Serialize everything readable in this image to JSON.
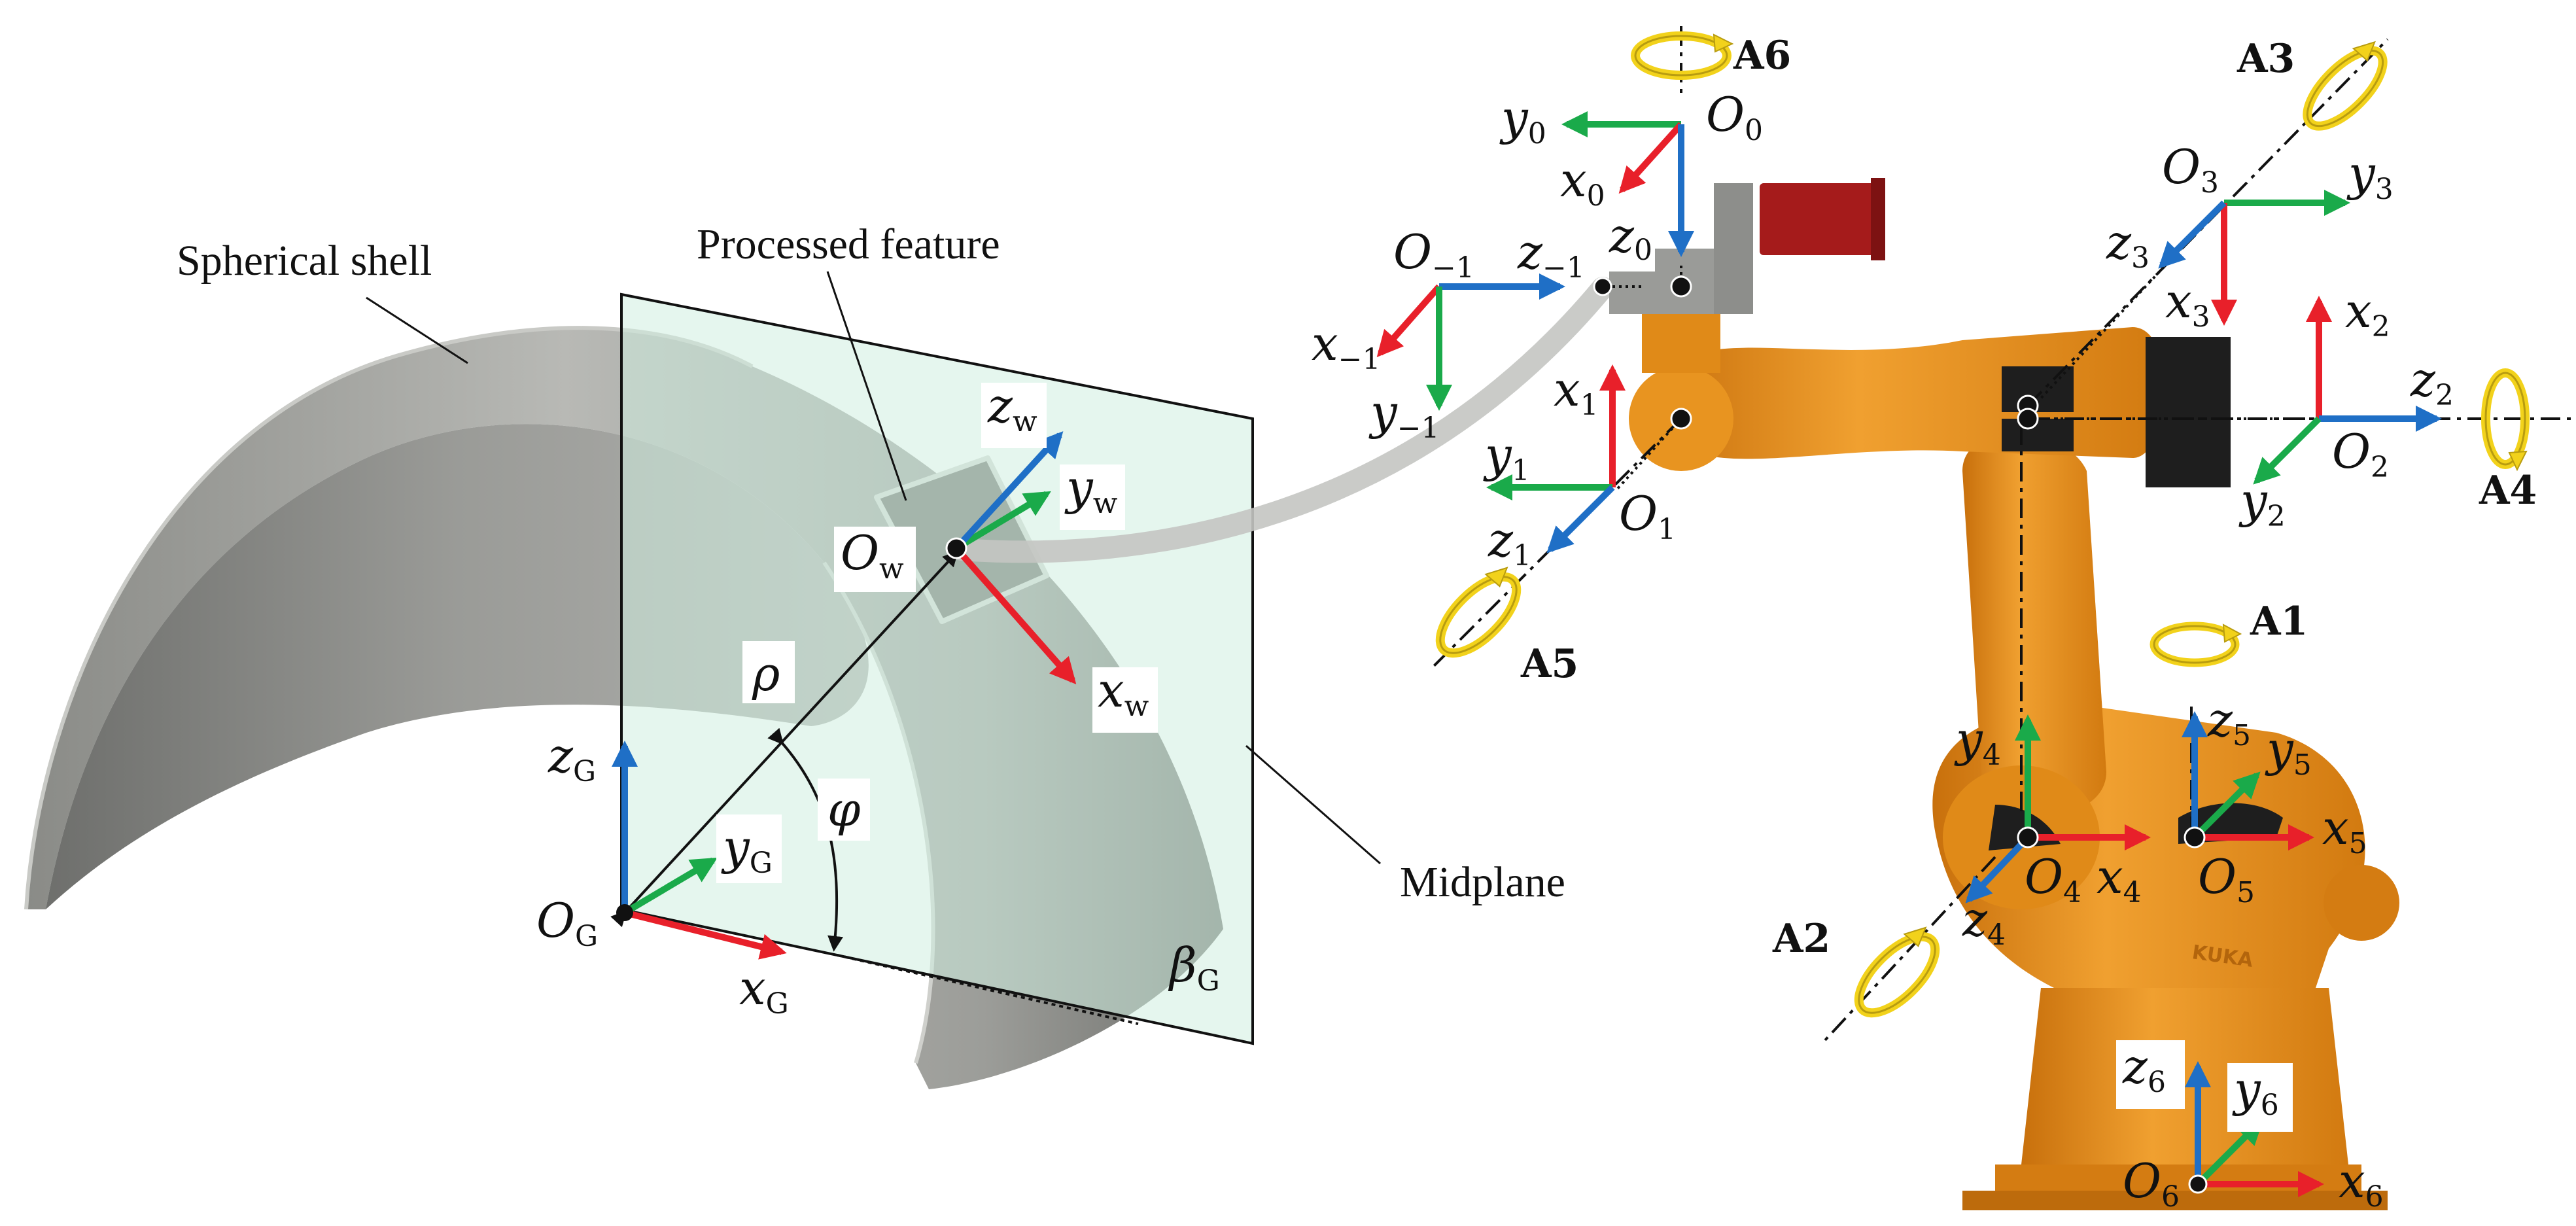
{
  "labels": {
    "spherical_shell": "Spherical shell",
    "processed_feature": "Processed feature",
    "midplane": "Midplane",
    "rho": "ρ",
    "phi": "φ",
    "beta": "β",
    "beta_sub": "G"
  },
  "frames": {
    "G": {
      "origin": "O",
      "sub": "G",
      "x": "x",
      "y": "y",
      "z": "z"
    },
    "w": {
      "origin": "O",
      "sub": "w",
      "x": "x",
      "y": "y",
      "z": "z"
    },
    "0": {
      "origin": "O",
      "sub": "0",
      "x": "x",
      "y": "y",
      "z": "z"
    },
    "m1": {
      "origin": "O",
      "sub": "−1",
      "x": "x",
      "y": "y",
      "z": "z"
    },
    "1": {
      "origin": "O",
      "sub": "1",
      "x": "x",
      "y": "y",
      "z": "z"
    },
    "2": {
      "origin": "O",
      "sub": "2",
      "x": "x",
      "y": "y",
      "z": "z"
    },
    "3": {
      "origin": "O",
      "sub": "3",
      "x": "x",
      "y": "y",
      "z": "z"
    },
    "4": {
      "origin": "O",
      "sub": "4",
      "x": "x",
      "y": "y",
      "z": "z"
    },
    "5": {
      "origin": "O",
      "sub": "5",
      "x": "x",
      "y": "y",
      "z": "z"
    },
    "6": {
      "origin": "O",
      "sub": "6",
      "x": "x",
      "y": "y",
      "z": "z"
    }
  },
  "axes_joints": [
    "A1",
    "A2",
    "A3",
    "A4",
    "A5",
    "A6"
  ],
  "robot_brand": "KUKA",
  "colors": {
    "x_axis": "#e8202a",
    "y_axis": "#1aaa4a",
    "z_axis": "#1f6fc6",
    "robot_orange": "#e8901c",
    "shell_gray": "#a9aaa6",
    "midplane_fill": "#cfeee0",
    "rotation_arrow": "#f2d21b"
  }
}
